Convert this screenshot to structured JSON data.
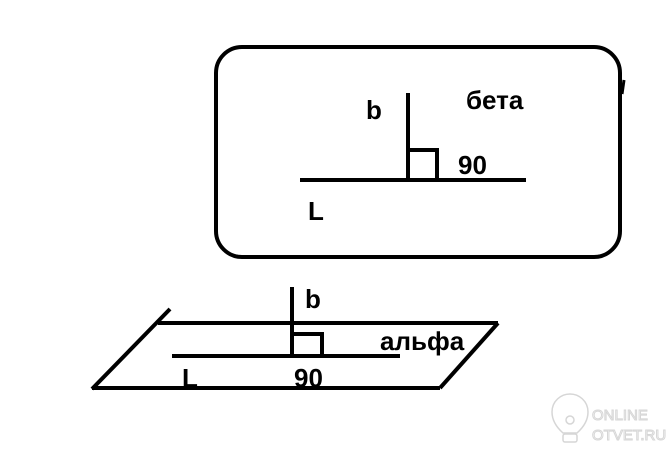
{
  "top_figure": {
    "plane_label": "бета",
    "line_label": "L",
    "perpendicular_label": "b",
    "angle_label": "90"
  },
  "bottom_figure": {
    "plane_label": "альфа",
    "line_label": "L",
    "perpendicular_label": "b",
    "angle_label": "90"
  },
  "watermark": {
    "line1": "ONLINE",
    "line2": "OTVET.RU"
  },
  "colors": {
    "stroke": "#000000",
    "watermark": "#d6d6d6"
  }
}
